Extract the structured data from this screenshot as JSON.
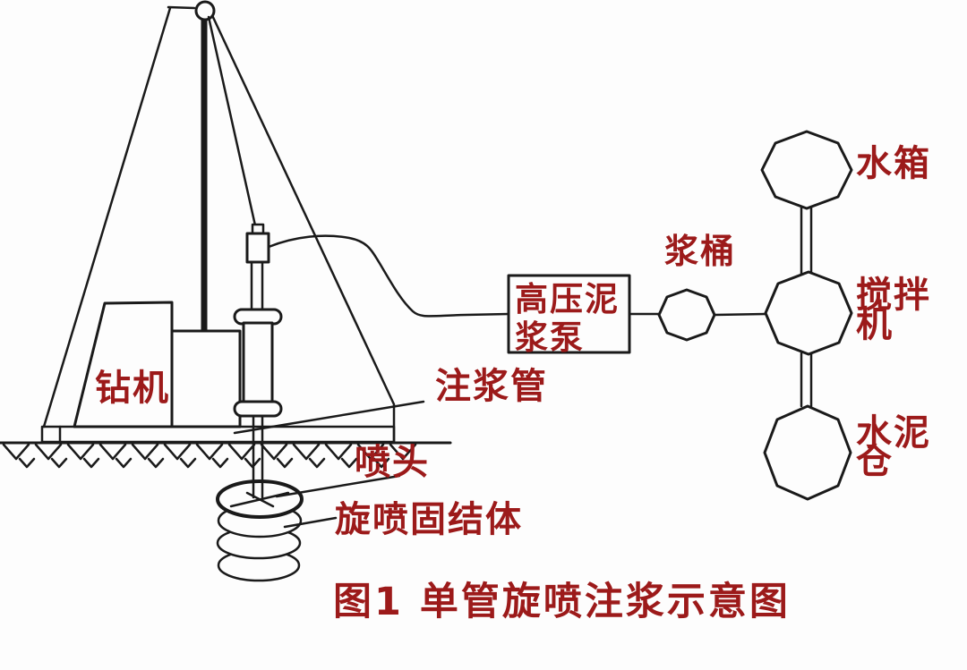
{
  "colors": {
    "label": "#9c1a1a",
    "line": "#1a1a1a",
    "background": "#fdfdfd"
  },
  "figure": {
    "caption": "图1  单管旋喷注浆示意图",
    "labels": {
      "drill_rig": "钻机",
      "grout_pipe": "注浆管",
      "nozzle": "喷头",
      "jet_consolidated_body": "旋喷固结体",
      "pump_line1": "高压泥",
      "pump_line2": "浆泵",
      "slurry_bucket": "浆桶",
      "water_tank": "水箱",
      "mixer_line1": "搅拌",
      "mixer_line2": "机",
      "cement_silo_line1": "水泥",
      "cement_silo_line2": "仓"
    }
  }
}
